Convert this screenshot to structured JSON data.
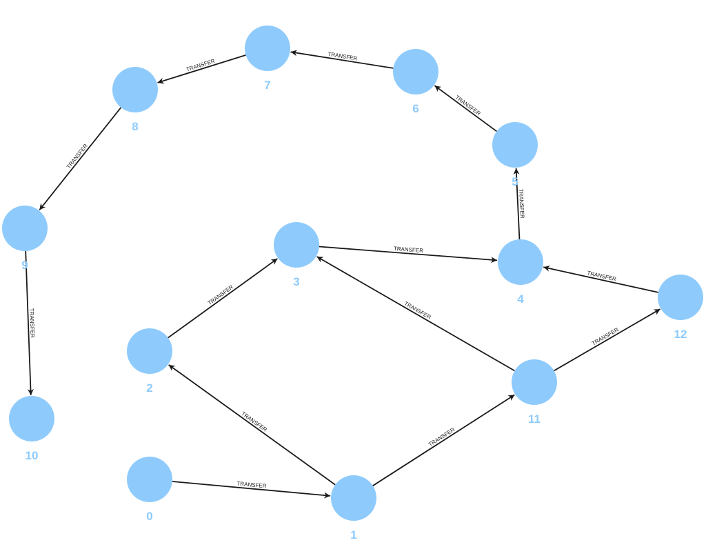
{
  "graph": {
    "node_color": "#8ecbfc",
    "edge_color": "#1a1a1a",
    "nodes": [
      {
        "id": "0",
        "label": "0"
      },
      {
        "id": "1",
        "label": "1"
      },
      {
        "id": "2",
        "label": "2"
      },
      {
        "id": "3",
        "label": "3"
      },
      {
        "id": "4",
        "label": "4"
      },
      {
        "id": "5",
        "label": "5"
      },
      {
        "id": "6",
        "label": "6"
      },
      {
        "id": "7",
        "label": "7"
      },
      {
        "id": "8",
        "label": "8"
      },
      {
        "id": "9",
        "label": "9"
      },
      {
        "id": "10",
        "label": "10"
      },
      {
        "id": "11",
        "label": "11"
      },
      {
        "id": "12",
        "label": "12"
      }
    ],
    "edges": [
      {
        "from": "0",
        "to": "1",
        "label": "TRANSFER"
      },
      {
        "from": "1",
        "to": "2",
        "label": "TRANSFER"
      },
      {
        "from": "1",
        "to": "11",
        "label": "TRANSFER"
      },
      {
        "from": "2",
        "to": "3",
        "label": "TRANSFER"
      },
      {
        "from": "11",
        "to": "3",
        "label": "TRANSFER"
      },
      {
        "from": "11",
        "to": "12",
        "label": "TRANSFER"
      },
      {
        "from": "3",
        "to": "4",
        "label": "TRANSFER"
      },
      {
        "from": "12",
        "to": "4",
        "label": "TRANSFER"
      },
      {
        "from": "4",
        "to": "5",
        "label": "TRANSFER"
      },
      {
        "from": "5",
        "to": "6",
        "label": "TRANSFER"
      },
      {
        "from": "6",
        "to": "7",
        "label": "TRANSFER"
      },
      {
        "from": "7",
        "to": "8",
        "label": "TRANSFER"
      },
      {
        "from": "8",
        "to": "9",
        "label": "TRANSFER"
      },
      {
        "from": "9",
        "to": "10",
        "label": "TRANSFER"
      }
    ]
  }
}
